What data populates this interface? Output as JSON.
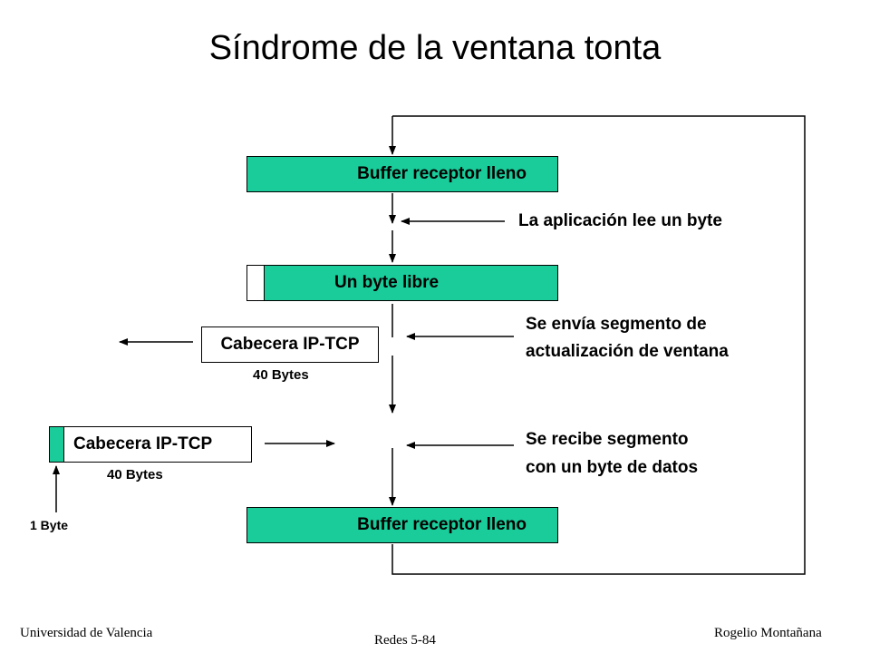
{
  "title": "Síndrome de la ventana tonta",
  "colors": {
    "buffer_fill": "#19cc99",
    "line": "#000000"
  },
  "diagram": {
    "buffer_full_top": "Buffer receptor lleno",
    "app_reads": "La aplicación lee un byte",
    "one_byte_free": "Un byte libre",
    "header_left": "Cabecera IP-TCP",
    "bytes_40_a": "40 Bytes",
    "window_update_line1": "Se envía segmento de",
    "window_update_line2": "actualización de ventana",
    "header_lower": "Cabecera IP-TCP",
    "bytes_40_b": "40 Bytes",
    "one_byte": "1 Byte",
    "receive_line1": "Se recibe segmento",
    "receive_line2": "con un byte de datos",
    "buffer_full_bottom": "Buffer receptor lleno"
  },
  "footer": {
    "left": "Universidad de Valencia",
    "center": "Redes 5-84",
    "right": "Rogelio Montañana"
  }
}
